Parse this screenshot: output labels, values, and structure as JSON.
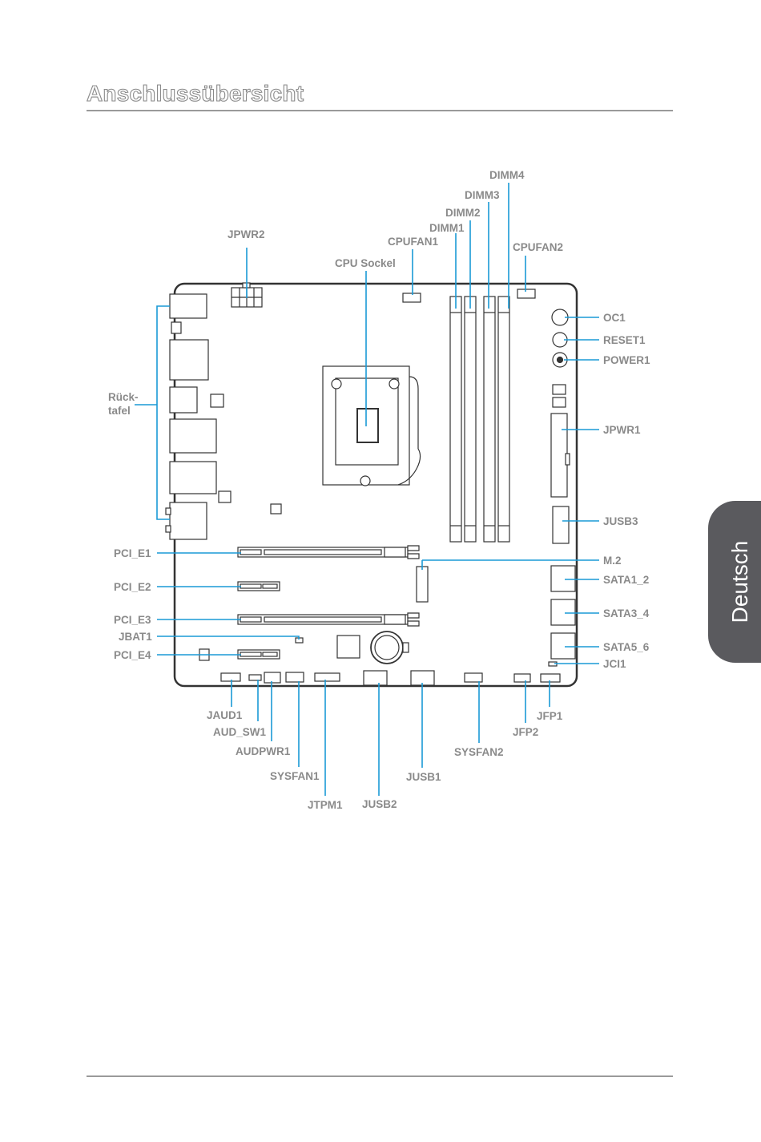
{
  "page": {
    "title": "Anschlussübersicht",
    "side_tab": "Deutsch"
  },
  "colors": {
    "accent": "#1a9ad6",
    "label": "#8a8a8a",
    "tab": "#5a5a5e",
    "board_outline": "#333333"
  },
  "labels": {
    "jpwr2": "JPWR2",
    "cpu_sockel": "CPU Sockel",
    "cpufan1": "CPUFAN1",
    "dimm1": "DIMM1",
    "dimm2": "DIMM2",
    "dimm3": "DIMM3",
    "dimm4": "DIMM4",
    "cpufan2": "CPUFAN2",
    "oc1": "OC1",
    "reset1": "RESET1",
    "power1": "POWER1",
    "jpwr1": "JPWR1",
    "jusb3": "JUSB3",
    "m2": "M.2",
    "sata1_2": "SATA1_2",
    "sata3_4": "SATA3_4",
    "sata5_6": "SATA5_6",
    "jci1": "JCI1",
    "rueck_1": "Rück-",
    "rueck_2": "tafel",
    "pci_e1": "PCI_E1",
    "pci_e2": "PCI_E2",
    "pci_e3": "PCI_E3",
    "jbat1": "JBAT1",
    "pci_e4": "PCI_E4",
    "jaud1": "JAUD1",
    "aud_sw1": "AUD_SW1",
    "audpwr1": "AUDPWR1",
    "sysfan1": "SYSFAN1",
    "jtpm1": "JTPM1",
    "jusb2": "JUSB2",
    "jusb1": "JUSB1",
    "sysfan2": "SYSFAN2",
    "jfp2": "JFP2",
    "jfp1": "JFP1"
  }
}
